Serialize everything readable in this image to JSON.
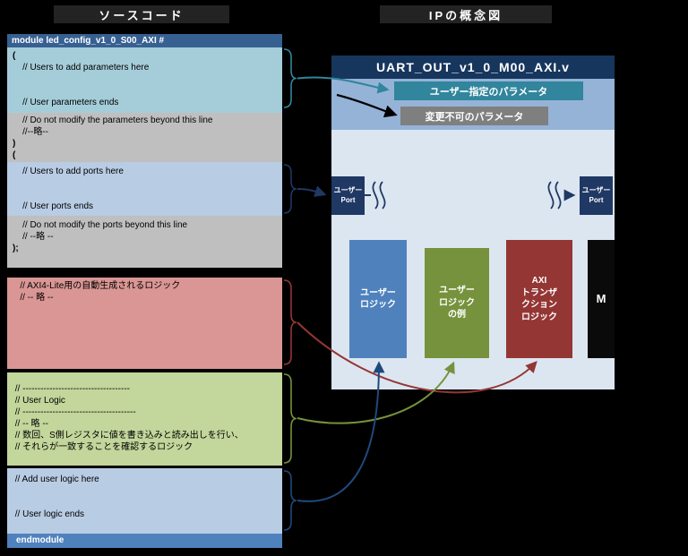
{
  "titles": {
    "left": "ソースコード",
    "right": "IPの概念図"
  },
  "code1": {
    "header": "module led_config_v1_0_S00_AXI #",
    "secA": [
      "(",
      "    // Users to add parameters here",
      "",
      "",
      "    // User parameters ends"
    ],
    "secB": [
      "    // Do not modify the parameters beyond this line",
      "    //--略--",
      ")",
      "("
    ],
    "secC": [
      "    // Users to add ports here",
      "",
      "",
      "    // User ports ends"
    ],
    "secD": [
      "    // Do not modify the ports beyond this line",
      "    // --略 --",
      ");"
    ]
  },
  "code2": {
    "secE": [
      "   // AXI4-Lite用の自動生成されるロジック",
      "   // -- 略 --"
    ],
    "secF": [
      " // ------------------------------------",
      " // User Logic",
      " // --------------------------------------",
      " // -- 略 --",
      " // 数回、S側レジスタに値を書き込みと読み出しを行い、",
      " // それらが一致することを確認するロジック"
    ],
    "secG": [
      " // Add user logic here",
      "",
      "",
      " // User logic ends"
    ],
    "footer": "endmodule"
  },
  "diagram": {
    "header": "UART_OUT_v1_0_M00_AXI.v",
    "param_user": "ユーザー指定のパラメータ",
    "param_fixed": "変更不可のパラメータ",
    "port_left": "ユーザー\nPort",
    "port_right": "ユーザー\nPort",
    "box_user_logic": "ユーザー\nロジック",
    "box_user_logic_example": "ユーザー\nロジック\nの例",
    "box_axi": "AXI\nトランザ\nクション\nロジック",
    "box_master": "M"
  },
  "colors": {
    "accent_teal": "#31859c",
    "accent_navy": "#1f3864",
    "accent_red": "#943634",
    "accent_green": "#76923c",
    "accent_blue": "#1f497d",
    "code_header_blue": "#376092",
    "code_footer_blue": "#4f81bd"
  }
}
